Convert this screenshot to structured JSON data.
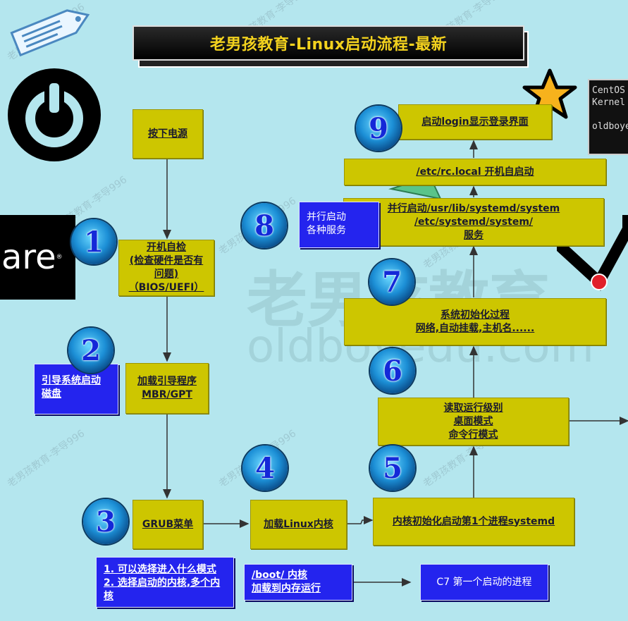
{
  "title": "老男孩教育-Linux启动流程-最新",
  "watermarks": {
    "small": "老男孩教育-李导996",
    "cn": "老男孩教育",
    "en": "oldboyedu.com"
  },
  "logo_text": "are",
  "terminal": {
    "lines": [
      "CentOS",
      "Kernel",
      "",
      "oldboye"
    ]
  },
  "steps": {
    "power": "按下电源",
    "post_1": "开机自检",
    "post_2": "(检查硬件是否有",
    "post_3": "问题)",
    "post_4": "（BIOS/UEFI）",
    "bootloader_1": "加载引导程序",
    "bootloader_2": "MBR/GPT",
    "grub": "GRUB菜单",
    "kernel": "加载Linux内核",
    "systemd": "内核初始化启动第1个进程systemd",
    "runlevel_1": "读取运行级别",
    "runlevel_2": "桌面模式",
    "runlevel_3": "命令行模式",
    "sysinit_1": "系统初始化过程",
    "sysinit_2": "网络,自动挂载,主机名......",
    "services_1": "并行启动/usr/lib/systemd/system",
    "services_2": "/etc/systemd/system/",
    "services_3": "服务",
    "rclocal": "/etc/rc.local 开机自启动",
    "login": "启动login显示登录界面"
  },
  "notes": {
    "boot_disk_1": "引导系统启动",
    "boot_disk_2": "磁盘",
    "grub_1": "1. 可以选择进入什么模式",
    "grub_2": "2. 选择启动的内核,多个内",
    "grub_3": "核",
    "kernel_1": "/boot/ 内核",
    "kernel_2": "加载到内存运行",
    "c7": "C7 第一个启动的进程",
    "parallel_1": "并行启动",
    "parallel_2": "各种服务"
  },
  "badges": [
    "1",
    "2",
    "3",
    "4",
    "5",
    "6",
    "7",
    "8",
    "9"
  ],
  "colors": {
    "background": "#b4e6ee",
    "step_box": "#cdc600",
    "note_box": "#2424ee",
    "title_text": "#f3d21e",
    "badge_number": "#1428d8"
  },
  "icons": [
    "tag-icon",
    "power-icon",
    "star-icon",
    "vmware-logo",
    "terminal-icon"
  ]
}
